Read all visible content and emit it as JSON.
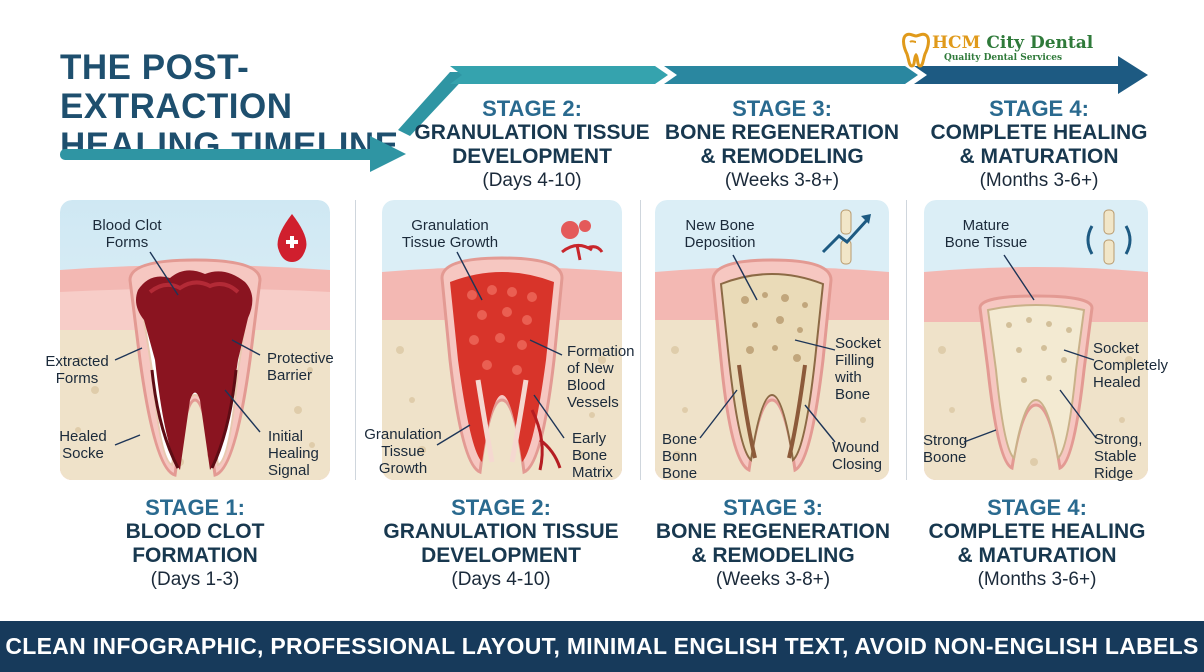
{
  "title": {
    "line1": "THE POST-EXTRACTION",
    "line2": "HEALING TIMELINE"
  },
  "logo": {
    "name_part1": "HCM",
    "name_part2": " City Dental",
    "tagline": "Quality Dental Services",
    "icon": "tooth-icon"
  },
  "top_stages": [
    {
      "stage": "STAGE 2:",
      "line1": "GRANULATION TISSUE",
      "line2": "DEVELOPMENT",
      "duration": "(Days 4-10)"
    },
    {
      "stage": "STAGE 3:",
      "line1": "BONE REGENERATION",
      "line2": "& REMODELING",
      "duration": "(Weeks 3-8+)"
    },
    {
      "stage": "STAGE 4:",
      "line1": "COMPLETE HEALING",
      "line2": "& MATURATION",
      "duration": "(Months 3-6+)"
    }
  ],
  "bottom_stages": [
    {
      "stage": "STAGE 1:",
      "line1": "BLOOD CLOT",
      "line2": "FORMATION",
      "duration": "(Days 1-3)"
    },
    {
      "stage": "STAGE 2:",
      "line1": "GRANULATION TISSUE",
      "line2": "DEVELOPMENT",
      "duration": "(Days 4-10)"
    },
    {
      "stage": "STAGE 3:",
      "line1": "BONE REGENERATION",
      "line2": "& REMODELING",
      "duration": "(Weeks 3-8+)"
    },
    {
      "stage": "STAGE 4:",
      "line1": "COMPLETE HEALING",
      "line2": "& MATURATION",
      "duration": "(Months 3-6+)"
    }
  ],
  "panels": [
    {
      "icon": "blood-drop-icon",
      "labels": {
        "top": [
          "Blood Clot",
          "Forms"
        ],
        "left1": [
          "Extracted",
          "Forms"
        ],
        "right1": [
          "Protective",
          "Barrier"
        ],
        "left2": [
          "Healed",
          "Socke"
        ],
        "right2": [
          "Initial",
          "Healing",
          "Signal"
        ]
      }
    },
    {
      "icon": "cells-icon",
      "labels": {
        "top": [
          "Granulation",
          "Tissue Growth"
        ],
        "right1": [
          "Formation",
          "of New",
          "Blood",
          "Vessels"
        ],
        "left2": [
          "Granulation",
          "Tissue",
          "Growth"
        ],
        "right2": [
          "Early",
          "Bone",
          "Matrix"
        ]
      }
    },
    {
      "icon": "knee-joint-icon",
      "labels": {
        "top": [
          "New Bone",
          "Deposition"
        ],
        "right1": [
          "Socket",
          "Filling",
          "with",
          "Bone"
        ],
        "left2": [
          "Bone",
          "Bonn",
          "Bone"
        ],
        "right2": [
          "Wound",
          "Closing"
        ]
      }
    },
    {
      "icon": "joint-rotate-icon",
      "labels": {
        "top": [
          "Mature",
          "Bone Tissue"
        ],
        "right1": [
          "Socket",
          "Completely",
          "Healed"
        ],
        "left2": [
          "Strong",
          "Boone"
        ],
        "right2": [
          "Strong,",
          "Stable",
          "Ridge"
        ]
      }
    }
  ],
  "colors": {
    "title": "#1e4f6e",
    "arrow_dark": "#1d5a82",
    "arrow_teal": "#2f95a3",
    "gum": "#f3b8b3",
    "bone": "#efe2c9",
    "clot": "#8a1420",
    "granulation": "#d8342a",
    "footer": "#173a5b"
  },
  "footer": "CLEAN INFOGRAPHIC, PROFESSIONAL LAYOUT, MINIMAL ENGLISH TEXT, AVOID NON-ENGLISH LABELS"
}
